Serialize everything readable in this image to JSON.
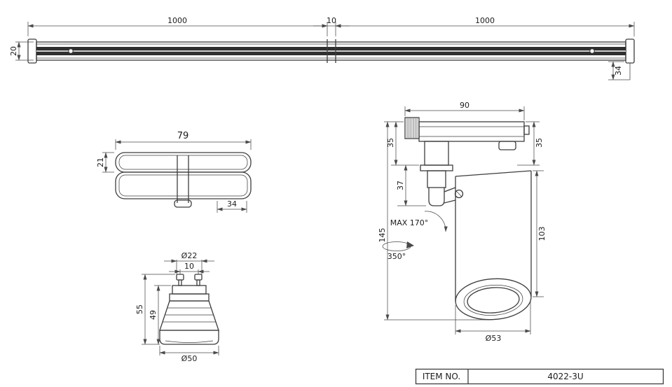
{
  "colors": {
    "line": "#3d3d3d",
    "dim_line": "#4a4a4a",
    "text": "#1c1c1c",
    "track_band": "#2f2f2f",
    "background": "#ffffff"
  },
  "title_block": {
    "item_label": "ITEM NO.",
    "item_value": "4022-3U"
  },
  "track": {
    "dim_len_left": "1000",
    "dim_joint": "10",
    "dim_len_right": "1000",
    "dim_height": "20",
    "dim_depth": "34"
  },
  "adapter": {
    "dim_width": "79",
    "dim_height": "21",
    "dim_depth": "34"
  },
  "bulb": {
    "dim_cap": "Ø22",
    "dim_pins": "10",
    "dim_total_h": "55",
    "dim_body_h": "49",
    "dim_face": "Ø50"
  },
  "spot": {
    "dim_width": "90",
    "dim_left_h": "35",
    "dim_right_h": "35",
    "dim_stem": "37",
    "dim_total_h": "145",
    "dim_body_h": "103",
    "tilt": "MAX 170°",
    "rotate": "350°",
    "dim_face": "Ø53"
  }
}
